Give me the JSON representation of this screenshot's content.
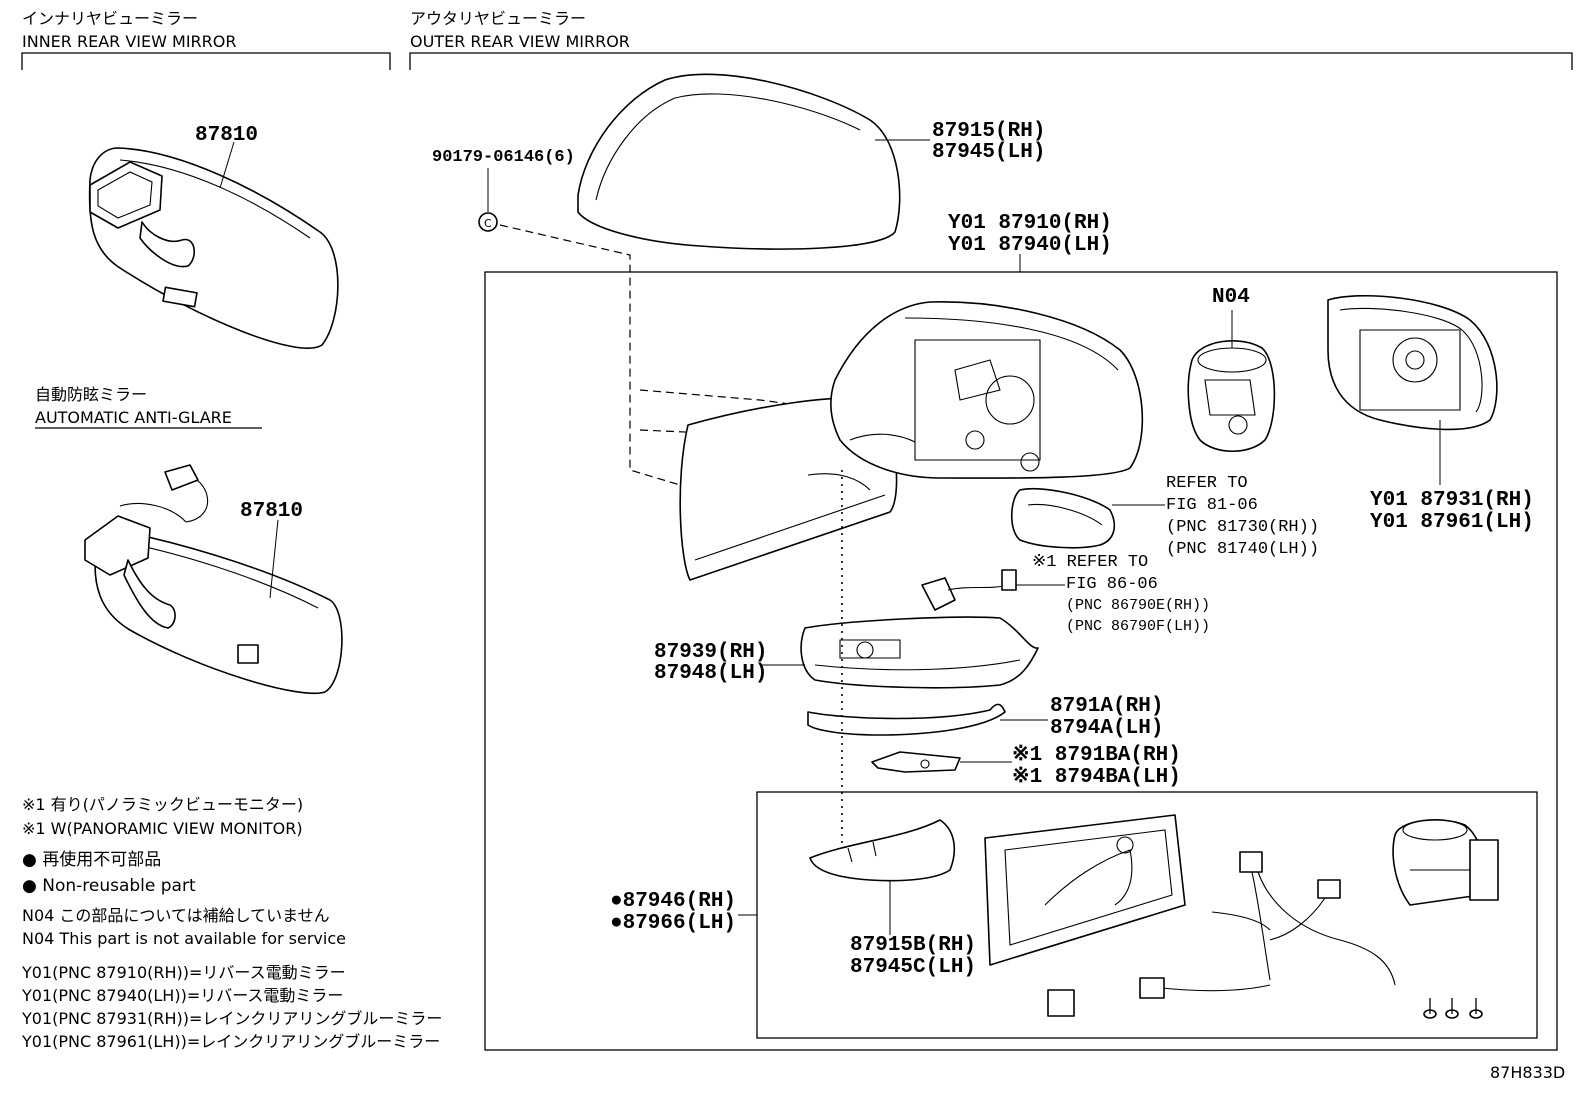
{
  "sections": {
    "inner": {
      "jp": "インナリヤビューミラー",
      "en": "INNER REAR VIEW MIRROR"
    },
    "outer": {
      "jp": "アウタリヤビューミラー",
      "en": "OUTER REAR VIEW MIRROR"
    },
    "auto": {
      "jp": "自動防眩ミラー",
      "en": "AUTOMATIC ANTI-GLARE"
    }
  },
  "labels": {
    "p87810a": "87810",
    "p87810b": "87810",
    "p87915": "87915(RH)",
    "p87945": "87945(LH)",
    "bolt": "90179-06146(6)",
    "p87910": "Y01 87910(RH)",
    "p87940": "Y01 87940(LH)",
    "n04": "N04",
    "p87931": "Y01 87931(RH)",
    "p87961": "Y01 87961(LH)",
    "ref1_1": "REFER TO",
    "ref1_2": "FIG 81-06",
    "ref1_3": "(PNC 81730(RH))",
    "ref1_4": "(PNC 81740(LH))",
    "ref2_1": "※1 REFER TO",
    "ref2_2": "FIG 86-06",
    "ref2_3": "(PNC 86790E(RH))",
    "ref2_4": "(PNC 86790F(LH))",
    "p87939": "87939(RH)",
    "p87948": "87948(LH)",
    "p8791A": "8791A(RH)",
    "p8794A": "8794A(LH)",
    "p8791BA": "※1 8791BA(RH)",
    "p8794BA": "※1 8794BA(LH)",
    "p87946": "●87946(RH)",
    "p87966": "●87966(LH)",
    "p87915B": "87915B(RH)",
    "p87945C": "87945C(LH)"
  },
  "notes": [
    "※1 有り(パノラミックビューモニター)",
    "※1 W(PANORAMIC VIEW MONITOR)",
    "● 再使用不可部品",
    "● Non-reusable part",
    "N04 この部品については補給していません",
    "N04 This part is not available for service",
    "Y01(PNC 87910(RH))=リバース電動ミラー",
    "Y01(PNC 87940(LH))=リバース電動ミラー",
    "Y01(PNC 87931(RH))=レインクリアリングブルーミラー",
    "Y01(PNC 87961(LH))=レインクリアリングブルーミラー"
  ],
  "figure_id": "87H833D"
}
